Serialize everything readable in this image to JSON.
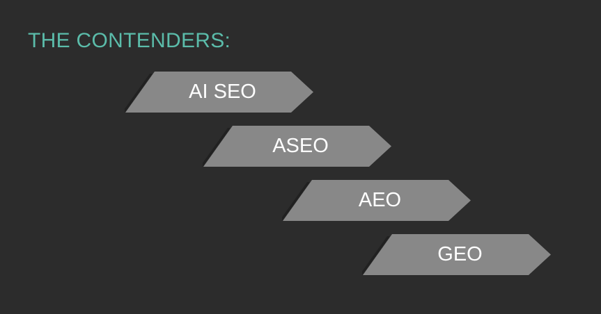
{
  "title": "THE CONTENDERS:",
  "items": [
    {
      "label": "AI SEO"
    },
    {
      "label": "ASEO"
    },
    {
      "label": "AEO"
    },
    {
      "label": "GEO"
    }
  ],
  "colors": {
    "background": "#2c2c2c",
    "title": "#5bbcaa",
    "chevron": "#888888"
  }
}
